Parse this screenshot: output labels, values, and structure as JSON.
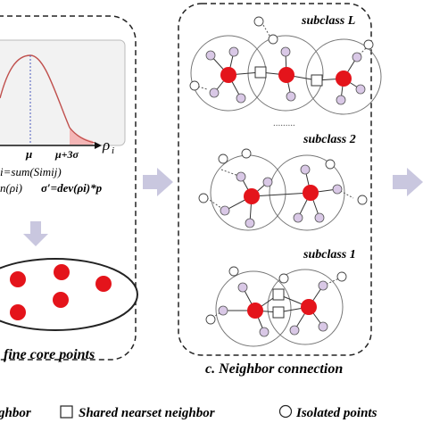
{
  "left_panel": {
    "axis_labels": {
      "mu": "μ",
      "mu3sigma": "μ+3σ",
      "rho": "ρ",
      "rho_sub": "i"
    },
    "formula1": "i=sum(Simij)",
    "formula2_left": "n(ρi)",
    "formula2_right": "σ′=dev(ρi)*p",
    "caption": "fine core points",
    "core_point_count": 5
  },
  "middle_panel": {
    "subclass_labels": [
      "subclass L",
      "subclass 2",
      "subclass 1"
    ],
    "dots": ".........",
    "caption": "c. Neighbor connection"
  },
  "legend": {
    "item1": "ghbor",
    "item2": "Shared nearset neighbor",
    "item3": "Isolated points"
  },
  "colors": {
    "core": "#e4141b",
    "neighbor": "#d9c8e6",
    "arrow": "#c9c7df",
    "curve": "#c0504d",
    "tail_fill": "#f4b6b6",
    "panel_bg": "#f2f2f2"
  }
}
